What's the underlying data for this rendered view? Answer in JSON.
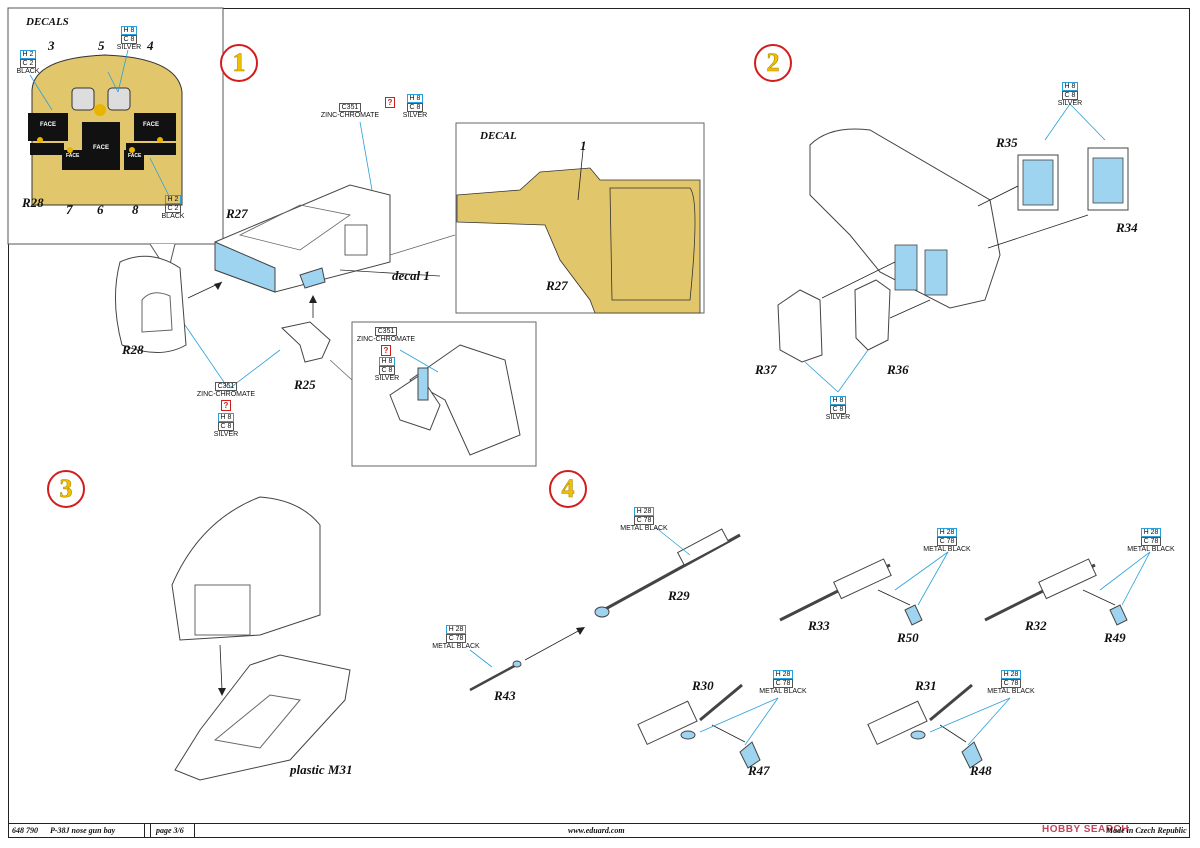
{
  "steps": {
    "s1": "1",
    "s2": "2",
    "s3": "3",
    "s4": "4"
  },
  "decals_panel": {
    "title": "DECALS",
    "n3": "3",
    "n5": "5",
    "n4": "4",
    "n7": "7",
    "n6": "6",
    "n8": "8",
    "part": "R28",
    "face": "FACE"
  },
  "decal_callout": {
    "title": "DECAL",
    "n1": "1",
    "part": "R27"
  },
  "parts": {
    "r27": "R27",
    "r28": "R28",
    "r25": "R25",
    "decal1": "decal 1",
    "r35": "R35",
    "r34": "R34",
    "r37": "R37",
    "r36": "R36",
    "m31": "plastic M31",
    "r29": "R29",
    "r43": "R43",
    "r33": "R33",
    "r50": "R50",
    "r32": "R32",
    "r49": "R49",
    "r30": "R30",
    "r47": "R47",
    "r31": "R31",
    "r48": "R48"
  },
  "colors": {
    "h8": "H 8",
    "c8": "C 8",
    "silver": "SILVER",
    "h2": "H 2",
    "c2": "C 2",
    "black": "BLACK",
    "c351": "C351",
    "zinc": "ZINC-CHROMATE",
    "q": "?",
    "h28": "H 28",
    "c78": "C 78",
    "metal_black": "METAL BLACK"
  },
  "footer": {
    "code": "648 790",
    "title": "P-38J nose gun bay",
    "page": "page 3/6",
    "url": "www.eduard.com",
    "watermark": "HOBBY SEARCH",
    "made": "Made in Czech Republic"
  },
  "accent": {
    "step_ring": "#d21d1d",
    "step_num": "#f0c000",
    "callout_line": "#2aa0d8",
    "decal_fill": "#e2c66b",
    "part_blue": "#9fd4f0"
  }
}
